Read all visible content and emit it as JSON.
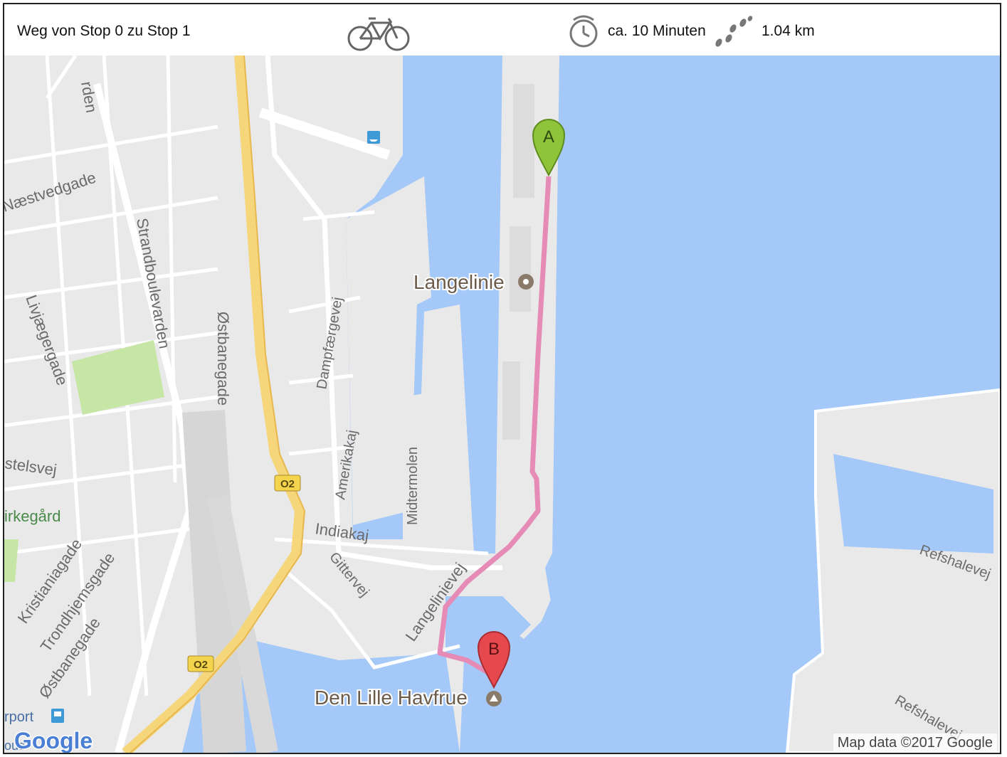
{
  "header": {
    "title": "Weg von Stop 0 zu Stop 1",
    "duration": "ca. 10 Minuten",
    "distance": "1.04 km",
    "mode_icon": "bicycle-icon",
    "time_icon": "stopwatch-icon",
    "steps_icon": "footsteps-icon"
  },
  "map": {
    "marker_a": "A",
    "marker_b": "B",
    "poi_langelinie": "Langelinie",
    "poi_havfrue": "Den Lille Havfrue",
    "roads": {
      "naestvedgade": "Næstvedgade",
      "strandboulevarden": "Strandboulevarden",
      "livjaegergade": "Livjægergade",
      "ostbanegade": "Østbanegade",
      "dampfaergevej": "Dampfærgevej",
      "amerikakaj": "Amerikakaj",
      "midtermolen": "Midtermolen",
      "indiakaj": "Indiakaj",
      "gittervej": "Gittervej",
      "langelinievej": "Langelinievej",
      "kristianiagade": "Kristianiagade",
      "trondhjemsgade": "Trondhjemsgade",
      "ostbanegade2": "Østbanegade",
      "refshalevej": "Refshalevej",
      "refshalevej2": "Refshalevej",
      "rden": "rden",
      "stelsvej": "stelsvej",
      "irkegard": "irkegård",
      "rport": "rport",
      "ous": "ous"
    },
    "shield_1": "O2",
    "shield_2": "O2",
    "google_logo": "Google",
    "attribution": "Map data ©2017 Google",
    "colors": {
      "water": "#a4c8f8",
      "land": "#e9e9e9",
      "route": "#e58bb6",
      "marker_a": "#8fc43a",
      "marker_b": "#e5484d"
    }
  }
}
